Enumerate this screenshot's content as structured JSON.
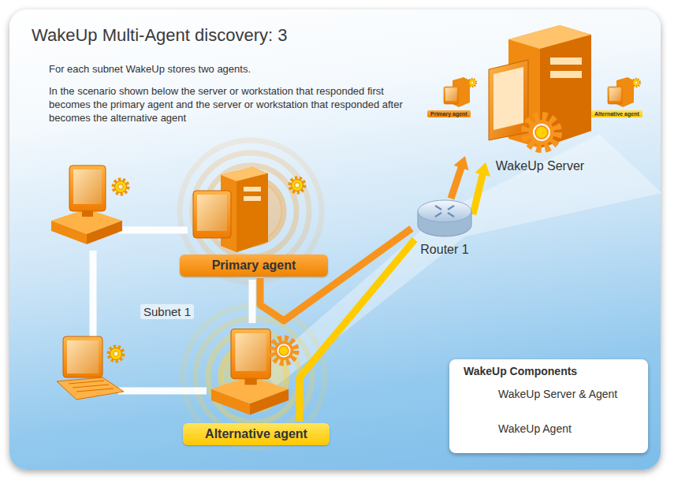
{
  "diagram": {
    "title": "WakeUp Multi-Agent discovery: 3",
    "nodes": [
      {
        "text": [
          "Primary agent"
        ]
      },
      {
        "text": [
          "Alternative agent"
        ]
      },
      {
        "text": [
          "Router 1"
        ]
      },
      {
        "text": [
          "WakeUp Server"
        ]
      },
      {
        "text": [
          "Primary agent"
        ]
      },
      {
        "text": [
          "Alternative agent"
        ]
      }
    ],
    "edges": [
      {
        "from": 0,
        "to": 2,
        "arrow": "none"
      },
      {
        "from": 1,
        "to": 2,
        "arrow": "none"
      },
      {
        "from": 2,
        "to": 3,
        "arrow": "to"
      },
      {
        "from": 2,
        "to": 3,
        "arrow": "to"
      }
    ],
    "labels": [
      "For each subnet WakeUp stores two agents.",
      "In the scenario shown below the server or workstation that responded first becomes the primary agent and the server or workstation that responded after becomes the alternative agent",
      "Subnet 1",
      "WakeUp Components"
    ],
    "legend": [
      {
        "text": "WakeUp Server & Agent"
      },
      {
        "text": "WakeUp Agent"
      }
    ]
  }
}
